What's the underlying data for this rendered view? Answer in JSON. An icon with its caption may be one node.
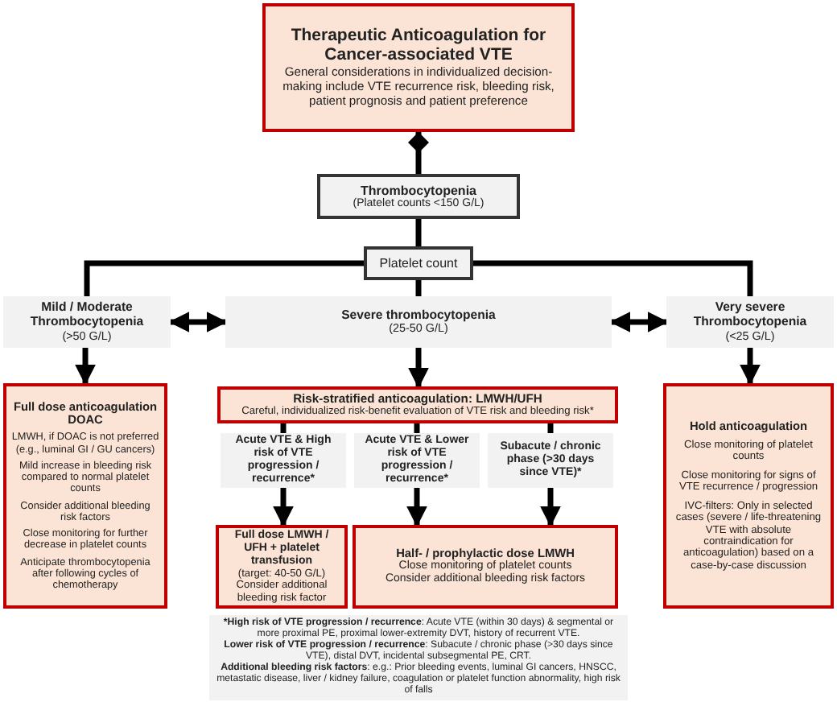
{
  "diagram": {
    "nodes": [
      {
        "text": [
          "Therapeutic Anticoagulation for Cancer-associated VTE",
          "General considerations in individualized decision-making include VTE recurrence risk, bleeding risk, patient prognosis and patient preference"
        ]
      },
      {
        "text": [
          "Thrombocytopenia",
          "(Platelet counts <150 G/L)"
        ]
      },
      {
        "text": [
          "Platelet count"
        ]
      },
      {
        "text": [
          "Mild / Moderate Thrombocytopenia",
          "(>50 G/L)"
        ]
      },
      {
        "text": [
          "Severe thrombocytopenia",
          "(25-50 G/L)"
        ]
      },
      {
        "text": [
          "Very severe Thrombocytopenia",
          "(<25 G/L)"
        ]
      },
      {
        "text": [
          "Full dose anticoagulation DOAC",
          "LMWH, if DOAC is not preferred (e.g., luminal GI / GU cancers)",
          "Mild increase in bleeding risk compared to normal platelet counts",
          "Consider additional bleeding risk factors",
          "Close monitoring for further decrease in platelet counts",
          "Anticipate thrombocytopenia after following cycles of chemotherapy"
        ]
      },
      {
        "text": [
          "Risk-stratified anticoagulation: LMWH/UFH",
          "Careful, individualized risk-benefit evaluation of VTE risk and bleeding risk*"
        ]
      },
      {
        "text": [
          "Acute VTE & High risk of VTE progression / recurrence*"
        ]
      },
      {
        "text": [
          "Acute VTE & Lower risk of VTE progression / recurrence*"
        ]
      },
      {
        "text": [
          "Subacute / chronic phase (>30 days since VTE)*"
        ]
      },
      {
        "text": [
          "Full dose LMWH / UFH + platelet transfusion",
          "(target: 40-50 G/L)",
          "Consider additional bleeding risk factor"
        ]
      },
      {
        "text": [
          "Half- / prophylactic dose LMWH",
          "Close monitoring of platelet counts",
          "Consider additional bleeding risk factors"
        ]
      },
      {
        "text": [
          "Hold anticoagulation",
          "Close monitoring of platelet counts",
          "Close monitoring for signs of VTE recurrence / progression",
          "IVC-filters: Only in selected cases (severe / life-threatening VTE with absolute contraindication for anticoagulation) based on a case-by-case discussion"
        ]
      },
      {
        "text": [
          "***High risk of VTE progression / recurrence**: Acute VTE (within 30 days) & segmental or more proximal PE, proximal lower-extremity DVT, history of recurrent VTE.",
          "**Lower risk of VTE progression / recurrence**: Subacute / chronic phase (>30 days since VTE), distal DVT, incidental subsegmental PE, CRT.",
          "**Additional bleeding risk factors**: e.g.: Prior bleeding events, luminal GI cancers, HNSCC, metastatic disease, liver / kidney failure, coagulation or platelet function abnormality, high risk of falls"
        ]
      }
    ],
    "edges": [
      {
        "from": 1,
        "to": 0,
        "arrow": "other"
      },
      {
        "from": 1,
        "to": 2,
        "arrow": "none"
      },
      {
        "from": 2,
        "to": 3,
        "arrow": "none"
      },
      {
        "from": 2,
        "to": 4,
        "arrow": "none"
      },
      {
        "from": 2,
        "to": 5,
        "arrow": "none"
      },
      {
        "from": 3,
        "to": 4,
        "arrow": "both"
      },
      {
        "from": 4,
        "to": 5,
        "arrow": "both"
      },
      {
        "from": 3,
        "to": 6,
        "arrow": "to"
      },
      {
        "from": 4,
        "to": 7,
        "arrow": "to"
      },
      {
        "from": 5,
        "to": 13,
        "arrow": "to"
      },
      {
        "from": 7,
        "to": 8,
        "arrow": "none"
      },
      {
        "from": 7,
        "to": 9,
        "arrow": "none"
      },
      {
        "from": 7,
        "to": 10,
        "arrow": "none"
      },
      {
        "from": 8,
        "to": 11,
        "arrow": "to"
      },
      {
        "from": 9,
        "to": 12,
        "arrow": "to"
      },
      {
        "from": 10,
        "to": 12,
        "arrow": "to"
      }
    ]
  }
}
